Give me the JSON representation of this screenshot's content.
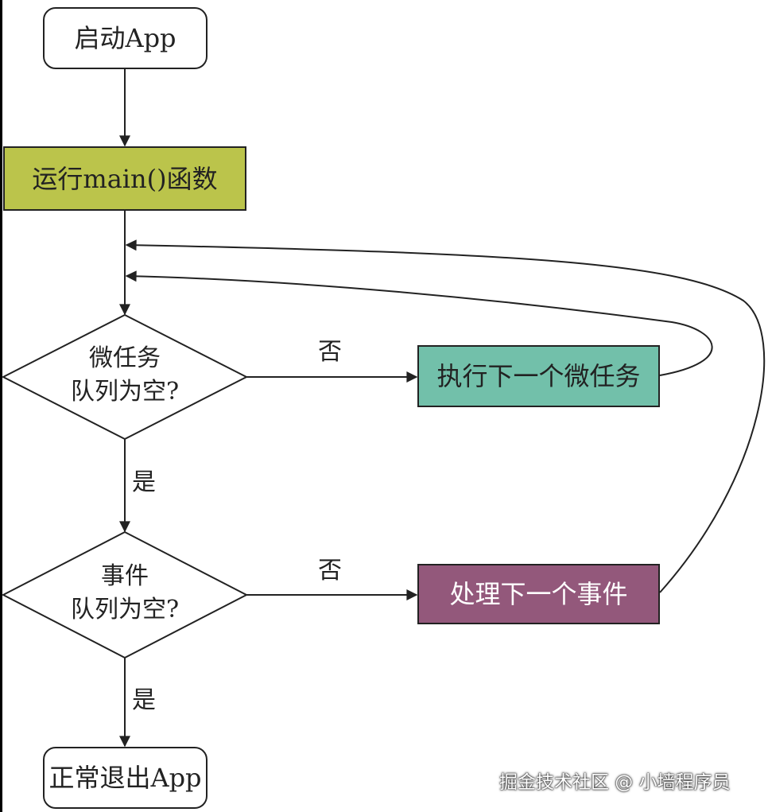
{
  "diagram": {
    "nodes": {
      "start": {
        "label": "启动App"
      },
      "run_main": {
        "label": "运行main()函数",
        "fill": "#bbc44b"
      },
      "microtask_decision": {
        "line1": "微任务",
        "line2": "队列为空?"
      },
      "execute_microtask": {
        "label": "执行下一个微任务",
        "fill": "#72c0aa"
      },
      "event_decision": {
        "line1": "事件",
        "line2": "队列为空?"
      },
      "process_event": {
        "label": "处理下一个事件",
        "fill": "#93587b",
        "text_color": "#ffffff"
      },
      "exit": {
        "label": "正常退出App"
      }
    },
    "edge_labels": {
      "microtask_no": "否",
      "microtask_yes": "是",
      "event_no": "否",
      "event_yes": "是"
    },
    "colors": {
      "line": "#222222",
      "background": "#ffffff"
    }
  },
  "watermark": {
    "text": "掘金技术社区 @ 小墙程序员"
  }
}
